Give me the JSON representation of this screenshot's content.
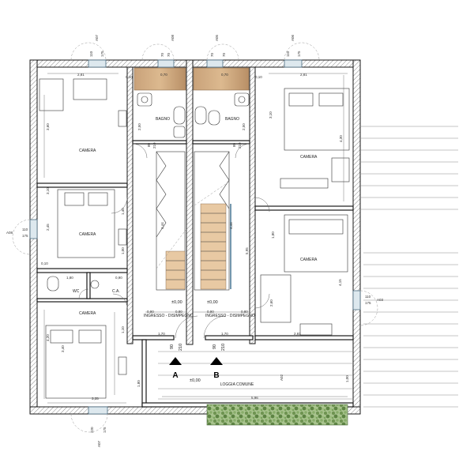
{
  "rooms": {
    "camera_top_left": "CAMERA",
    "camera_mid_left": "CAMERA",
    "camera_bottom_left": "CAMERA",
    "camera_top_right": "CAMERA",
    "camera_mid_right": "CAMERA",
    "bagno_left": "BAGNO",
    "bagno_right": "BAGNO",
    "wc": "WC",
    "ca": "C.A.",
    "ingresso_left": "INGRESSO - DISIMPEGNO",
    "ingresso_right": "INGRESSO - DISIMPEGNO",
    "loggia": "LOGGIA COMUNE"
  },
  "units": {
    "a": "A",
    "b": "B"
  },
  "levels": {
    "left": "±0,00",
    "right": "±0,00",
    "loggia": "±0,00"
  },
  "windows": {
    "a07": "A07",
    "a08_top": "A08",
    "a05": "A05",
    "a06": "A06",
    "a08_left": "A08",
    "a03": "A03",
    "a02": "A02",
    "a07_bottom": "A07"
  },
  "dims": {
    "d281_tl": "2,81",
    "d010_tl": "0,10",
    "d070_l": "0,70",
    "d070_r": "0,70",
    "d010_tr": "0,10",
    "d281_tr": "2,81",
    "d360": "3,60",
    "d250_l": "2,50",
    "d250_r": "2,50",
    "d310": "3,10",
    "d080_l": "80",
    "d210_l": "210",
    "d080_r": "80",
    "d210_r": "210",
    "d430": "4,30",
    "d310_l": "3,10",
    "d245": "2,45",
    "d140": "1,40",
    "d444_l": "4,44",
    "d444_r": "4,44",
    "d595": "5,95",
    "d180_r": "1,80",
    "d100": "1,00",
    "d180_wc": "1,80",
    "d090_wc": "0,90",
    "d010_wc": "0,10",
    "d415": "4,15",
    "d260": "2,60",
    "d110": "1,10",
    "d420": "4,20",
    "d340": "3,40",
    "d090_l": "0,90",
    "d080_b": "0,80",
    "d090_r": "0,90",
    "d080_br": "0,80",
    "d170_l": "1,70",
    "d170_r": "1,70",
    "d090_doorl": "90",
    "d210_doorl": "210",
    "d090_doorr": "90",
    "d210_doorr": "210",
    "d281_br": "2,81",
    "d335": "3,35",
    "d596": "5,96",
    "d180_b": "1,80",
    "d100_loggia": "1,00",
    "d110_side": "110",
    "d175_side": "175",
    "d110_a03": "110",
    "d175_a03": "175",
    "d110_top1": "110",
    "d175_top1": "175",
    "d70_top2": "70",
    "d70b_top2": "70",
    "d70_top3": "70",
    "d70b_top3": "70",
    "d110_top4": "110",
    "d175_top4": "175",
    "d220_bot": "220",
    "d175_bot": "175"
  }
}
